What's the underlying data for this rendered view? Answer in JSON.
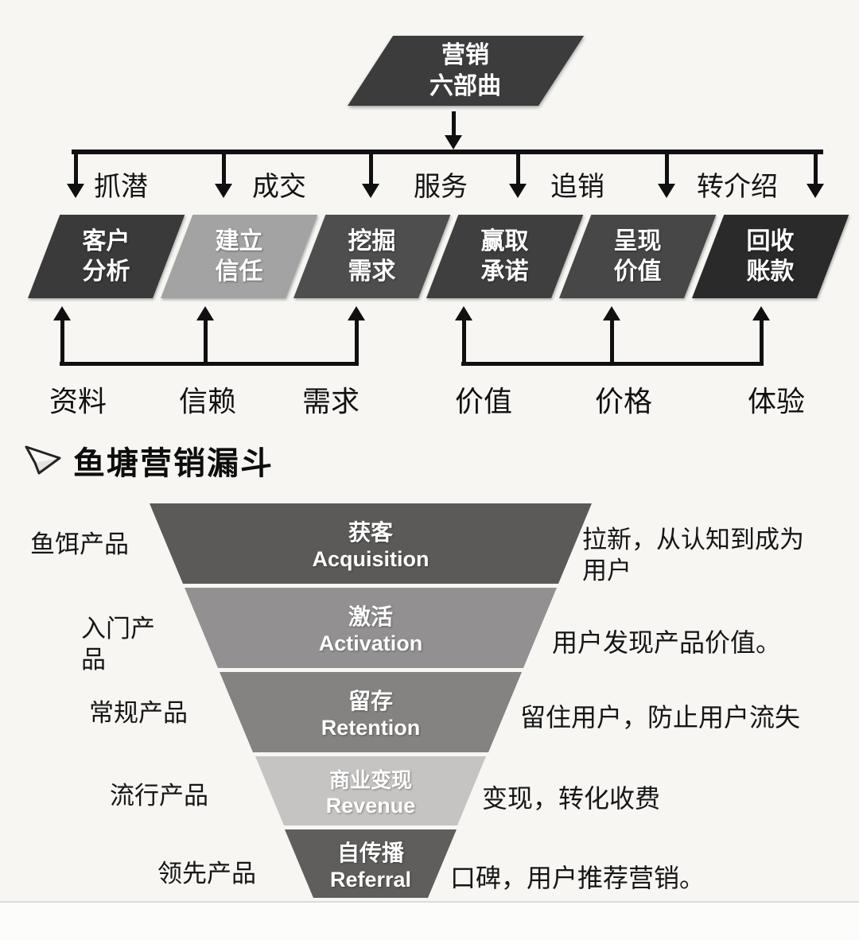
{
  "flow": {
    "title": "营销\n六部曲",
    "stage_labels": [
      "抓潜",
      "成交",
      "服务",
      "追销",
      "转介绍"
    ],
    "steps": [
      {
        "label": "客户\n分析",
        "color": "#3a3a3a"
      },
      {
        "label": "建立\n信任",
        "color": "#a3a3a3"
      },
      {
        "label": "挖掘\n需求",
        "color": "#4e4e4e"
      },
      {
        "label": "赢取\n承诺",
        "color": "#3f3f3f"
      },
      {
        "label": "呈现\n价值",
        "color": "#474747"
      },
      {
        "label": "回收\n账款",
        "color": "#2a2a2a"
      }
    ],
    "foundation_labels": [
      "资料",
      "信赖",
      "需求",
      "价值",
      "价格",
      "体验"
    ]
  },
  "funnel": {
    "heading": "鱼塘营销漏斗",
    "levels": [
      {
        "zh": "获客",
        "en": "Acquisition",
        "color": "#5b5a58",
        "left_label": "鱼饵产品",
        "right_label": "拉新，从认知到成为用户"
      },
      {
        "zh": "激活",
        "en": "Activation",
        "color": "#929090",
        "left_label": "入门产品",
        "right_label": "用户发现产品价值。"
      },
      {
        "zh": "留存",
        "en": "Retention",
        "color": "#858381",
        "left_label": "常规产品",
        "right_label": "留住用户，防止用户流失"
      },
      {
        "zh": "商业变现",
        "en": "Revenue",
        "color": "#c6c4c2",
        "left_label": "流行产品",
        "right_label": "变现，转化收费"
      },
      {
        "zh": "自传播",
        "en": "Referral",
        "color": "#5f5e5c",
        "left_label": "领先产品",
        "right_label": "口碑，用户推荐营销。"
      }
    ]
  }
}
